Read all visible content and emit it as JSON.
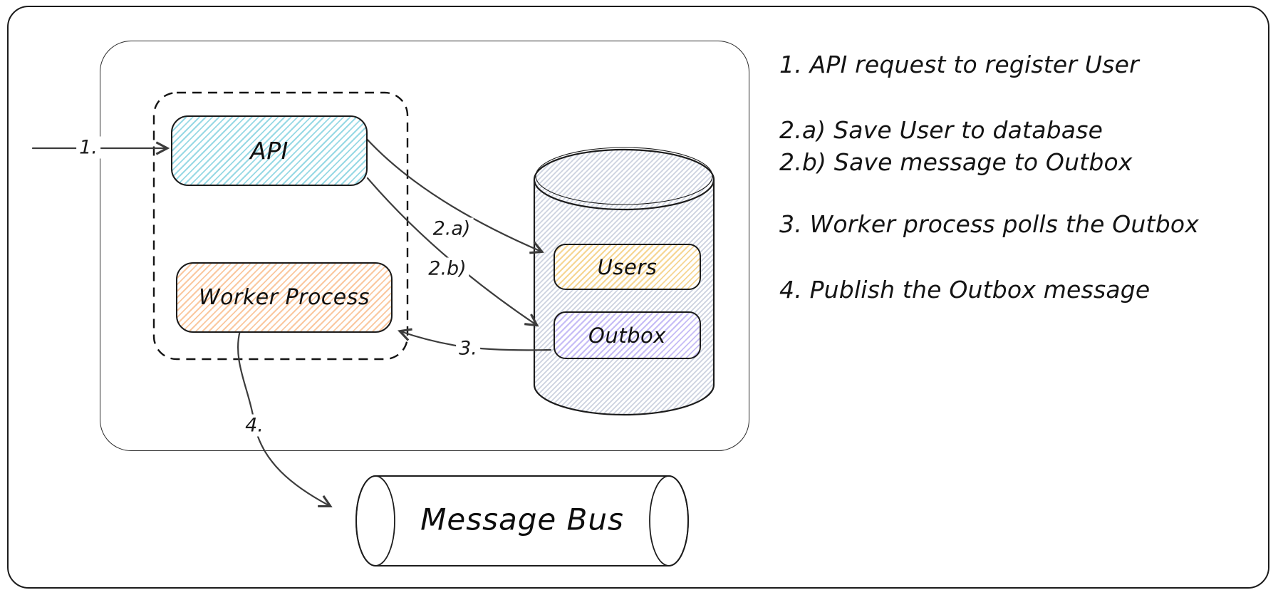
{
  "nodes": {
    "api": "API",
    "worker_process": "Worker Process",
    "users_table": "Users",
    "outbox_table": "Outbox",
    "message_bus": "Message Bus"
  },
  "arrow_labels": {
    "step_1": "1.",
    "step_2a": "2.a)",
    "step_2b": "2.b)",
    "step_3": "3.",
    "step_4": "4."
  },
  "legend": {
    "items": [
      {
        "lines": [
          "1. API request to register User"
        ]
      },
      {
        "lines": [
          "2.a) Save User to database",
          "2.b) Save message to Outbox"
        ]
      },
      {
        "lines": [
          "3. Worker process polls the Outbox"
        ]
      },
      {
        "lines": [
          "4. Publish the Outbox message"
        ]
      }
    ]
  },
  "colors": {
    "api_hachure": "#54c0d4",
    "worker_hachure": "#f7a05c",
    "users_hachure": "#f0bc50",
    "outbox_hachure": "#a292f0",
    "database_hachure": "#ccd2df",
    "stroke": "#1c1c1c",
    "arrow_stroke": "#3c3c3c"
  }
}
